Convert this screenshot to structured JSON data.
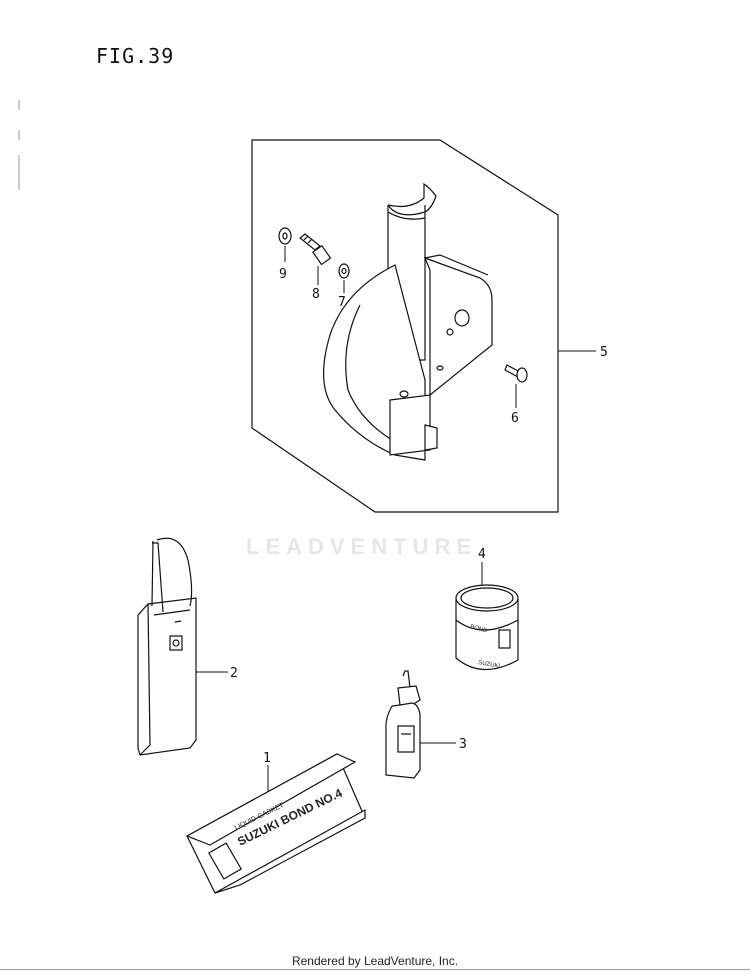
{
  "figure": {
    "title": "FIG.39"
  },
  "watermark": "LEADVENTURE",
  "footer": "Rendered by LeadVenture, Inc.",
  "callouts": {
    "c1": "1",
    "c2": "2",
    "c3": "3",
    "c4": "4",
    "c5": "5",
    "c6": "6",
    "c7": "7",
    "c8": "8",
    "c9": "9"
  },
  "product_text": {
    "bond_brand": "SUZUKI BOND NO.4",
    "bond_sub": "LIQUID GASKET",
    "can_label": "BOND",
    "can_brand": "SUZUKI"
  }
}
